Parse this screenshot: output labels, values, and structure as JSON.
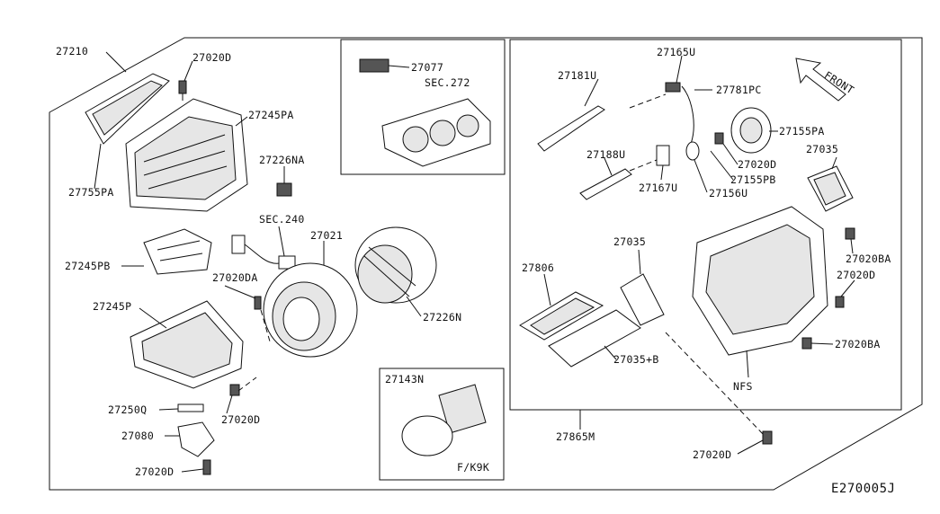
{
  "diagram_code": "E270005J",
  "part_labels": {
    "p27210": "27210",
    "p27020D_top": "27020D",
    "p27245PA": "27245PA",
    "p27755PA": "27755PA",
    "p27226NA": "27226NA",
    "p27245PB": "27245PB",
    "sec240": "SEC.240",
    "p27021": "27021",
    "p27020DA": "27020DA",
    "p27245P": "27245P",
    "p27226N": "27226N",
    "p27250Q": "27250Q",
    "p27020D_mid": "27020D",
    "p27080": "27080",
    "p27020D_bot": "27020D",
    "p27077": "27077",
    "sec272": "SEC.272",
    "p27143N": "27143N",
    "fk9k": "F/K9K",
    "p27165U": "27165U",
    "p27181U": "27181U",
    "p27781PC": "27781PC",
    "front": "FRONT",
    "p27155PA": "27155PA",
    "p27188U": "27188U",
    "p27020D_r1": "27020D",
    "p27155PB": "27155PB",
    "p27167U": "27167U",
    "p27156U": "27156U",
    "p27035_top": "27035",
    "p27035_mid": "27035",
    "p27806": "27806",
    "p27020BA_top": "27020BA",
    "p27020D_r2": "27020D",
    "p27035B": "27035+B",
    "p27020BA_bot": "27020BA",
    "nfs": "NFS",
    "p27865M": "27865M",
    "p27020D_r3": "27020D"
  }
}
